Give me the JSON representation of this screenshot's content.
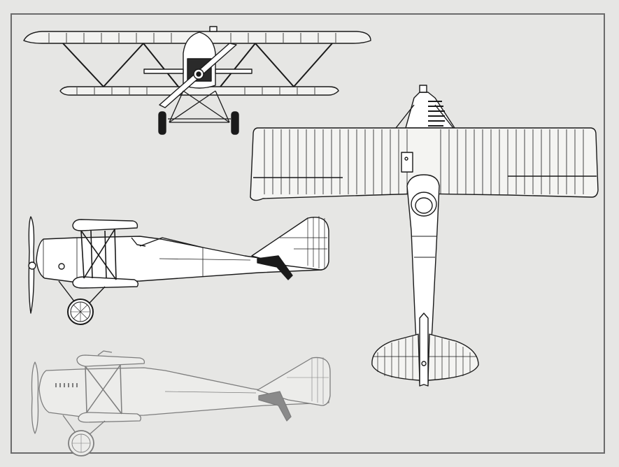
{
  "drawing": {
    "views": [
      {
        "id": "front",
        "label": ""
      },
      {
        "id": "plan",
        "label": ""
      },
      {
        "id": "side-upper",
        "label": ""
      },
      {
        "id": "side-lower",
        "label": ""
      }
    ],
    "colors": {
      "paper": "#e6e6e4",
      "frame": "#6b6b6b",
      "ink": "#1a1a1a",
      "faded_ink": "#7d7d7d"
    }
  }
}
